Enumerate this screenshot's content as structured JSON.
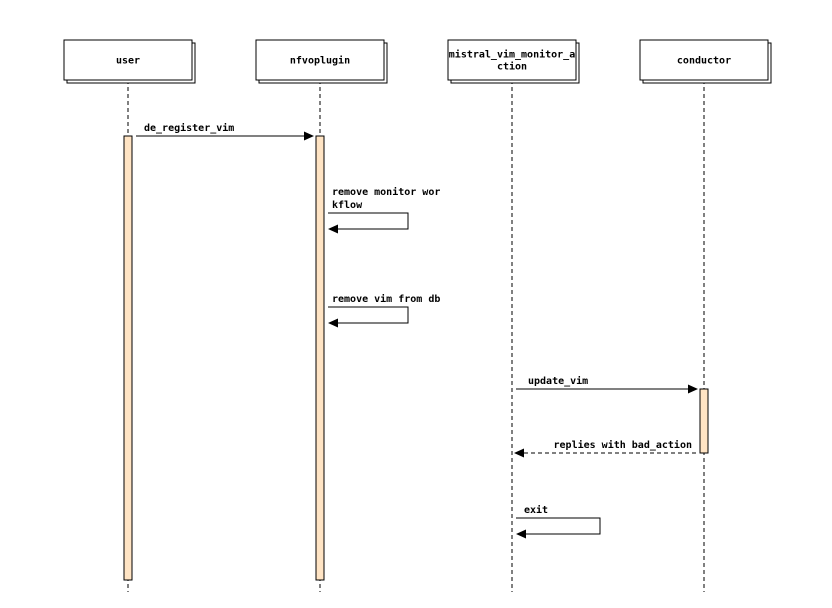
{
  "participants": [
    {
      "id": "user",
      "label_lines": [
        "user"
      ]
    },
    {
      "id": "nfvoplugin",
      "label_lines": [
        "nfvoplugin"
      ]
    },
    {
      "id": "mistral",
      "label_lines": [
        "mistral_vim_monitor_a",
        "ction"
      ]
    },
    {
      "id": "conductor",
      "label_lines": [
        "conductor"
      ]
    }
  ],
  "messages": [
    {
      "id": "de-register-vim",
      "from": "user",
      "to": "nfvoplugin",
      "kind": "sync",
      "label_lines": [
        "de_register_vim"
      ]
    },
    {
      "id": "remove-monitor-workflow",
      "from": "nfvoplugin",
      "to": "nfvoplugin",
      "kind": "self",
      "label_lines": [
        "remove monitor wor",
        "kflow"
      ]
    },
    {
      "id": "remove-vim-from-db",
      "from": "nfvoplugin",
      "to": "nfvoplugin",
      "kind": "self",
      "label_lines": [
        "remove vim from db"
      ]
    },
    {
      "id": "update-vim",
      "from": "mistral",
      "to": "conductor",
      "kind": "sync",
      "label_lines": [
        "update_vim"
      ]
    },
    {
      "id": "replies-bad-action",
      "from": "conductor",
      "to": "mistral",
      "kind": "reply",
      "label_lines": [
        "replies with bad_action"
      ]
    },
    {
      "id": "exit",
      "from": "mistral",
      "to": "mistral",
      "kind": "self",
      "label_lines": [
        "exit"
      ]
    }
  ],
  "activations": [
    {
      "participant": "user",
      "from_message": "de-register-vim",
      "to_end": true
    },
    {
      "participant": "nfvoplugin",
      "from_message": "de-register-vim",
      "to_end": true
    },
    {
      "participant": "conductor",
      "from_message": "update-vim",
      "to_message": "replies-bad-action"
    }
  ]
}
